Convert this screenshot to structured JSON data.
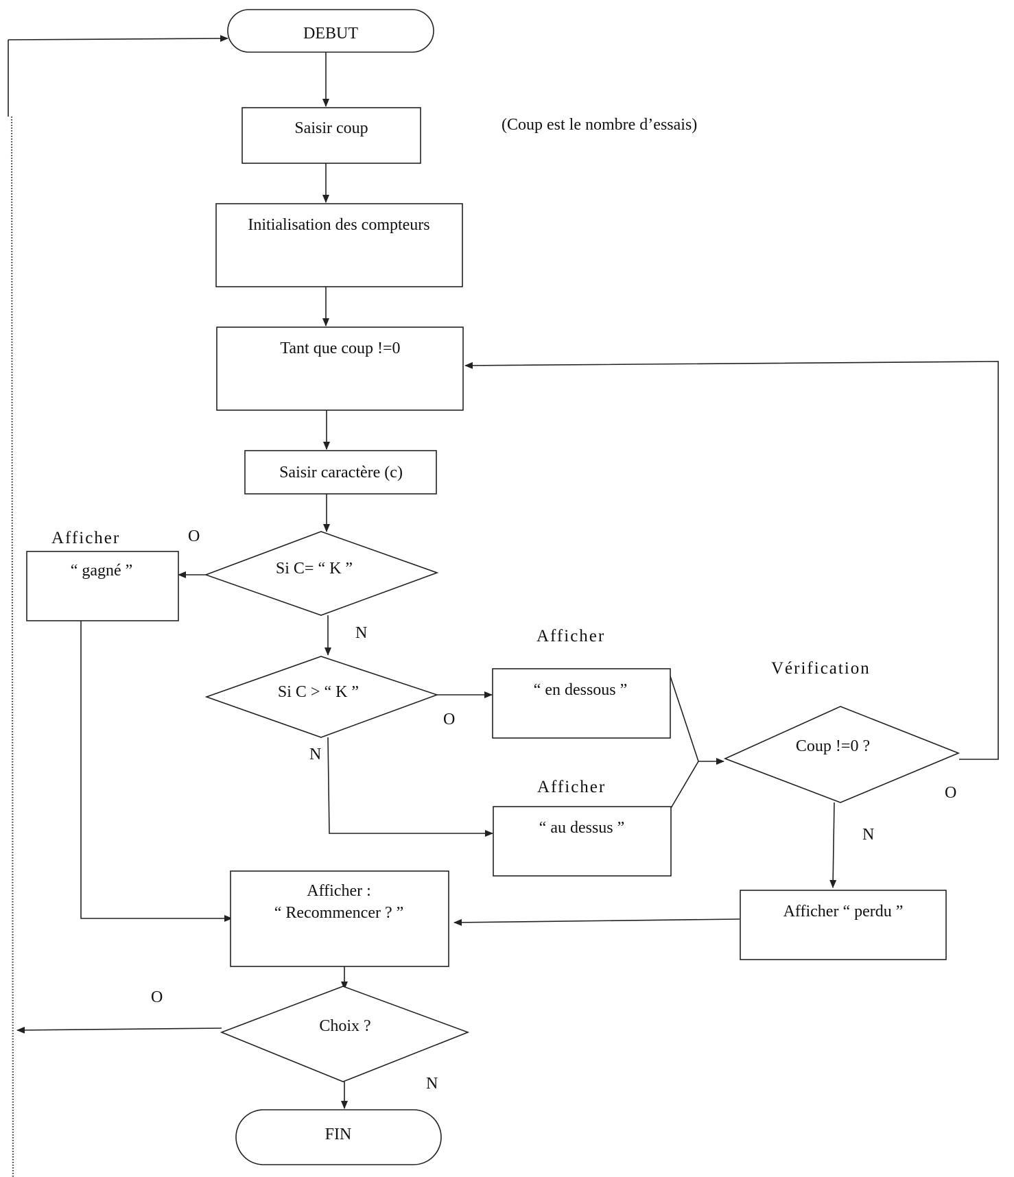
{
  "nodes": {
    "debut": "DEBUT",
    "saisir_coup": "Saisir coup",
    "note": "(Coup est le nombre d’essais)",
    "init": "Initialisation des compteurs",
    "tant_que": "Tant que coup !=0",
    "saisir_car": "Saisir caractère (c)",
    "si_egal": "Si C= “ K ”",
    "si_sup": "Si C > “ K ”",
    "gagne": "“ gagné ”",
    "en_dessous": "“ en dessous ”",
    "au_dessus": "“ au dessus ”",
    "verif_cond": "Coup !=0 ?",
    "perdu": "Afficher “ perdu ”",
    "recommencer_l1": "Afficher :",
    "recommencer_l2": "“ Recommencer ? ”",
    "choix": "Choix ?",
    "fin": "FIN"
  },
  "headings": {
    "afficher_gagne": "Afficher",
    "afficher_dessous": "Afficher",
    "afficher_dessus": "Afficher",
    "verification": "Vérification"
  },
  "branch_labels": {
    "egal_oui": "O",
    "egal_non": "N",
    "sup_oui": "O",
    "sup_non": "N",
    "verif_oui": "O",
    "verif_non": "N",
    "choix_oui": "O",
    "choix_non": "N"
  }
}
